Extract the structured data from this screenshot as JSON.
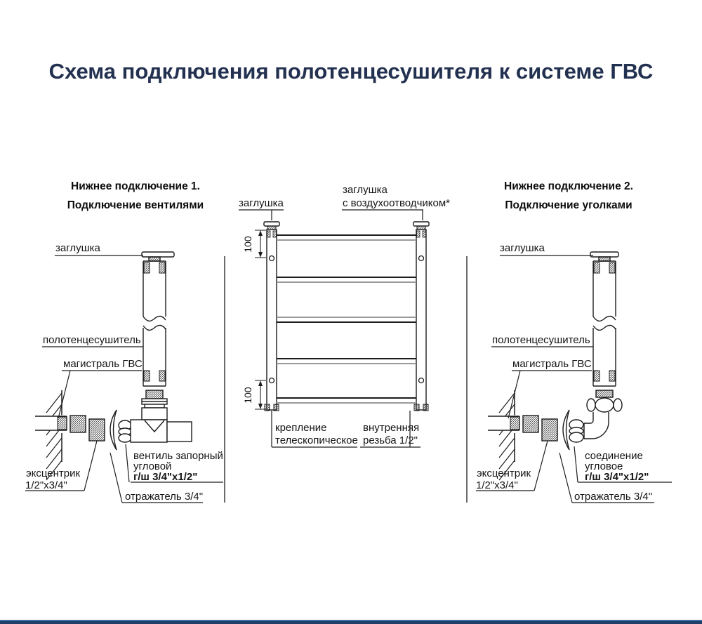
{
  "title": "Схема подключения полотенцесушителя к системе ГВС",
  "sections": {
    "left": {
      "heading1": "Нижнее подключение 1.",
      "heading2": "Подключение вентилями",
      "cap": "заглушка",
      "towel_rail": "полотенцесушитель",
      "hws_main": "магистраль ГВС",
      "eccentric_line1": "эксцентрик",
      "eccentric_line2": "1/2\"x3/4\"",
      "valve_line1": "вентиль запорный",
      "valve_line2": "угловой",
      "valve_line3": "г/ш 3/4\"x1/2\"",
      "reflector": "отражатель 3/4\""
    },
    "center": {
      "cap_left": "заглушка",
      "cap_right_line1": "заглушка",
      "cap_right_line2": "с воздухоотводчиком*",
      "dim_top": "100",
      "dim_bottom": "100",
      "mount_line1": "крепление",
      "mount_line2": "телескопическое",
      "thread_line1": "внутренняя",
      "thread_line2": "резьба 1/2\""
    },
    "right": {
      "heading1": "Нижнее подключение 2.",
      "heading2": "Подключение уголками",
      "cap": "заглушка",
      "towel_rail": "полотенцесушитель",
      "hws_main": "магистраль ГВС",
      "eccentric_line1": "эксцентрик",
      "eccentric_line2": "1/2\"x3/4\"",
      "union_line1": "соединение",
      "union_line2": "угловое",
      "union_line3": "г/ш 3/4\"x1/2\"",
      "reflector": "отражатель 3/4\""
    }
  },
  "colors": {
    "title": "#233150",
    "line": "#1c1c1c",
    "rung_shade": "#9a9a9a",
    "footer_bar_top": "#3f6fa5",
    "footer_bar": "#1d3f69"
  }
}
